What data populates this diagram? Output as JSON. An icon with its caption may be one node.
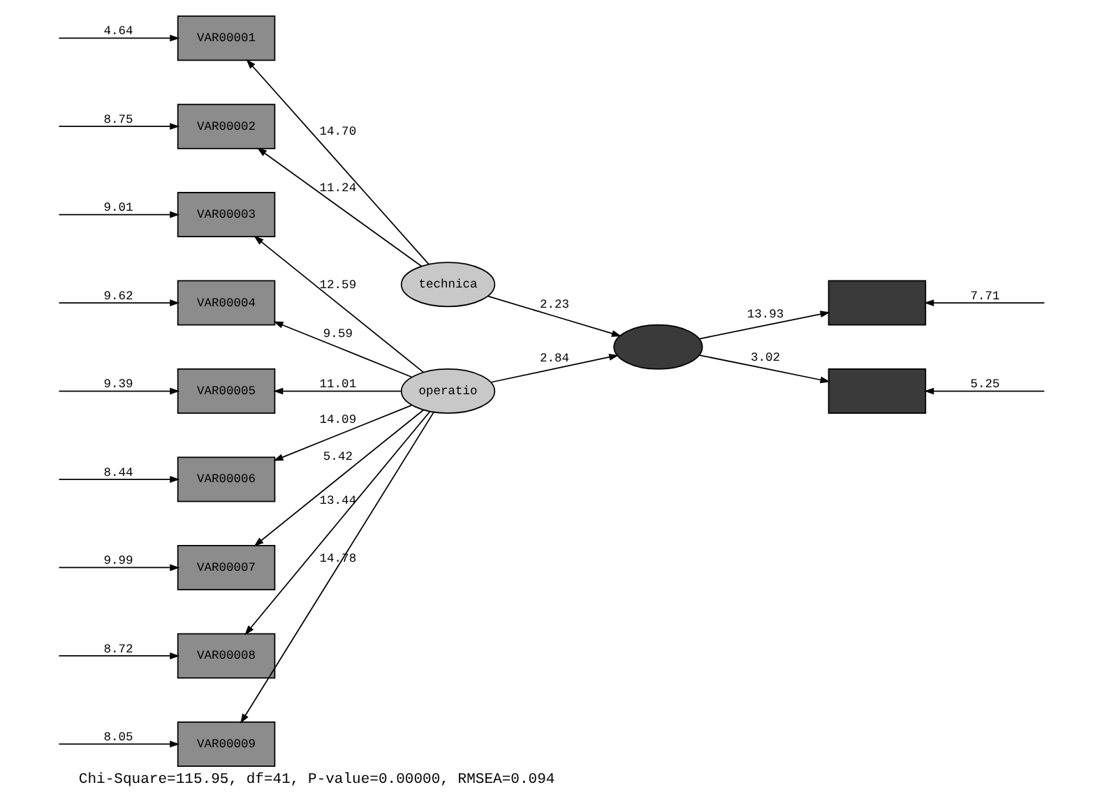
{
  "diagram": {
    "caption": "Chi-Square=115.95, df=41, P-value=0.00000, RMSEA=0.094",
    "nodes": [
      {
        "text": [
          "VAR00001"
        ]
      },
      {
        "text": [
          "VAR00002"
        ]
      },
      {
        "text": [
          "VAR00003"
        ]
      },
      {
        "text": [
          "VAR00004"
        ]
      },
      {
        "text": [
          "VAR00005"
        ]
      },
      {
        "text": [
          "VAR00006"
        ]
      },
      {
        "text": [
          "VAR00007"
        ]
      },
      {
        "text": [
          "VAR00008"
        ]
      },
      {
        "text": [
          "VAR00009"
        ]
      },
      {
        "text": [
          "technica"
        ]
      },
      {
        "text": [
          "operatio"
        ]
      },
      {
        "text": [],
        "shape": "ellipse"
      },
      {
        "text": [],
        "shape": "box"
      },
      {
        "text": [],
        "shape": "box"
      }
    ],
    "edges": [
      {
        "from": null,
        "to": 0,
        "arrow": "to",
        "label": "4.64"
      },
      {
        "from": null,
        "to": 1,
        "arrow": "to",
        "label": "8.75"
      },
      {
        "from": null,
        "to": 2,
        "arrow": "to",
        "label": "9.01"
      },
      {
        "from": null,
        "to": 3,
        "arrow": "to",
        "label": "9.62"
      },
      {
        "from": null,
        "to": 4,
        "arrow": "to",
        "label": "9.39"
      },
      {
        "from": null,
        "to": 5,
        "arrow": "to",
        "label": "8.44"
      },
      {
        "from": null,
        "to": 6,
        "arrow": "to",
        "label": "9.99"
      },
      {
        "from": null,
        "to": 7,
        "arrow": "to",
        "label": "8.72"
      },
      {
        "from": null,
        "to": 8,
        "arrow": "to",
        "label": "8.05"
      },
      {
        "from": 9,
        "to": 0,
        "arrow": "to",
        "label": "14.70"
      },
      {
        "from": 9,
        "to": 1,
        "arrow": "to",
        "label": "11.24"
      },
      {
        "from": 10,
        "to": 2,
        "arrow": "to",
        "label": "12.59"
      },
      {
        "from": 10,
        "to": 3,
        "arrow": "to",
        "label": "9.59"
      },
      {
        "from": 10,
        "to": 4,
        "arrow": "to",
        "label": "11.01"
      },
      {
        "from": 10,
        "to": 5,
        "arrow": "to",
        "label": "14.09"
      },
      {
        "from": 10,
        "to": 6,
        "arrow": "to",
        "label": "5.42"
      },
      {
        "from": 10,
        "to": 7,
        "arrow": "to",
        "label": "13.44"
      },
      {
        "from": 10,
        "to": 8,
        "arrow": "to",
        "label": "14.78"
      },
      {
        "from": 9,
        "to": 11,
        "arrow": "to",
        "label": "2.23"
      },
      {
        "from": 10,
        "to": 11,
        "arrow": "to",
        "label": "2.84"
      },
      {
        "from": 11,
        "to": 12,
        "arrow": "to",
        "label": "13.93"
      },
      {
        "from": 11,
        "to": 13,
        "arrow": "to",
        "label": "3.02"
      },
      {
        "from": null,
        "to": 12,
        "arrow": "to",
        "label": "7.71"
      },
      {
        "from": null,
        "to": 13,
        "arrow": "to",
        "label": "5.25"
      }
    ]
  }
}
